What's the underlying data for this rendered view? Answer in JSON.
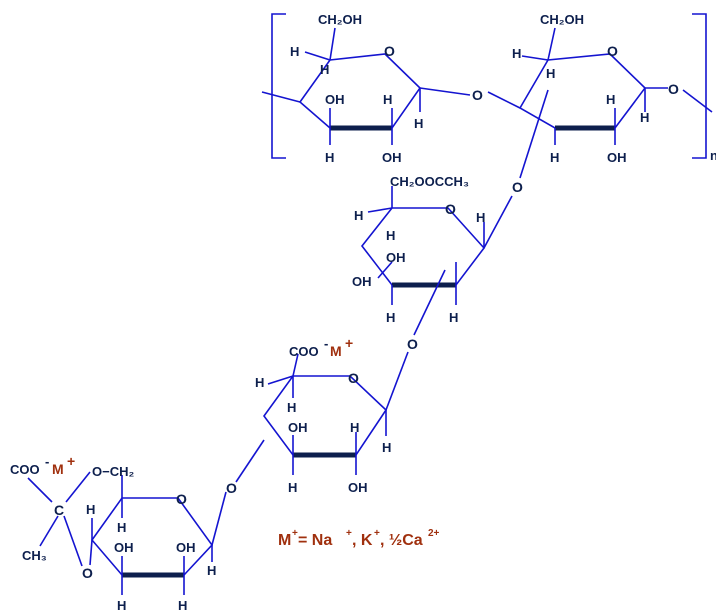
{
  "labels": {
    "ch2oh": "CH₂OH",
    "oh": "OH",
    "h": "H",
    "o": "O",
    "c": "C",
    "ch3": "CH₃",
    "ch2ooccch3": "CH₂OOCCH₃",
    "coo": "COO",
    "minus": "-",
    "m_plus": "M",
    "plus": "+",
    "o_ch2": "O−CH₂",
    "n": "n"
  },
  "footnote": {
    "m": "M",
    "sup_plus": "+",
    "eq": " = Na",
    "sup1": "+",
    "k": ", K",
    "sup2": "+",
    "ca": ", ½Ca",
    "sup3": "2+"
  },
  "colors": {
    "bond": "#1414d0",
    "text": "#0d1f4d",
    "ion": "#a0300e"
  }
}
